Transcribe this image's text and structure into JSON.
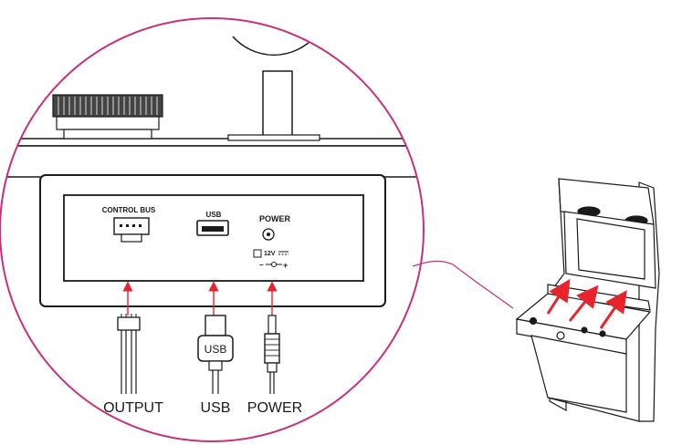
{
  "panel": {
    "control_bus_label": "CONTROL BUS",
    "usb_label": "USB",
    "power_label": "POWER",
    "voltage_label": "12V",
    "polarity_minus": "−",
    "polarity_plus": "+"
  },
  "cables": {
    "usb_plug_label": "USB"
  },
  "captions": {
    "output": "OUTPUT",
    "usb": "USB",
    "power": "POWER"
  },
  "colors": {
    "callout_circle": "#c8307a",
    "arrow_red": "#e8232b",
    "line": "#1a1a1a"
  }
}
